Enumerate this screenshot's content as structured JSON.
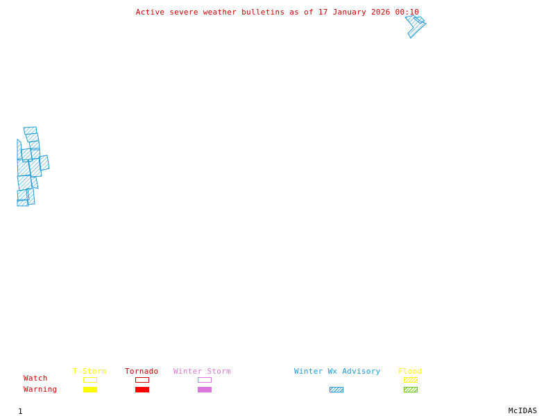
{
  "header": {
    "title": "Active severe weather bulletins as of 17 January 2026 00:10",
    "title_color": "#cc0000"
  },
  "map": {
    "regions": [
      {
        "name": "northeast-advisory-cluster",
        "category": "Winter Wx Advisory",
        "type": "Warning",
        "color": "#1e9bd7"
      },
      {
        "name": "west-coast-advisory-cluster",
        "category": "Winter Wx Advisory",
        "type": "Warning",
        "color": "#1e9bd7"
      }
    ]
  },
  "legend": {
    "row_labels": {
      "watch": "Watch",
      "warning": "Warning",
      "color": "#cc0000"
    },
    "categories": [
      {
        "label": "T-Storm",
        "color": "#ffff00",
        "watch": "outline",
        "warning": "solid"
      },
      {
        "label": "Tornado",
        "color": "#ff0000",
        "watch": "outline",
        "warning": "solid"
      },
      {
        "label": "Winter Storm",
        "color": "#dd77dd",
        "watch": "outline",
        "warning": "solid"
      },
      {
        "label": "Winter Wx Advisory",
        "color": "#1e9bd7",
        "watch": "none",
        "warning": "hatched"
      },
      {
        "label": "Flood",
        "color": "#ffff00",
        "warning_color": "#66cc00",
        "watch": "hatched",
        "warning": "hatched"
      }
    ]
  },
  "footer": {
    "frame_number": "1",
    "brand": "McIDAS"
  }
}
